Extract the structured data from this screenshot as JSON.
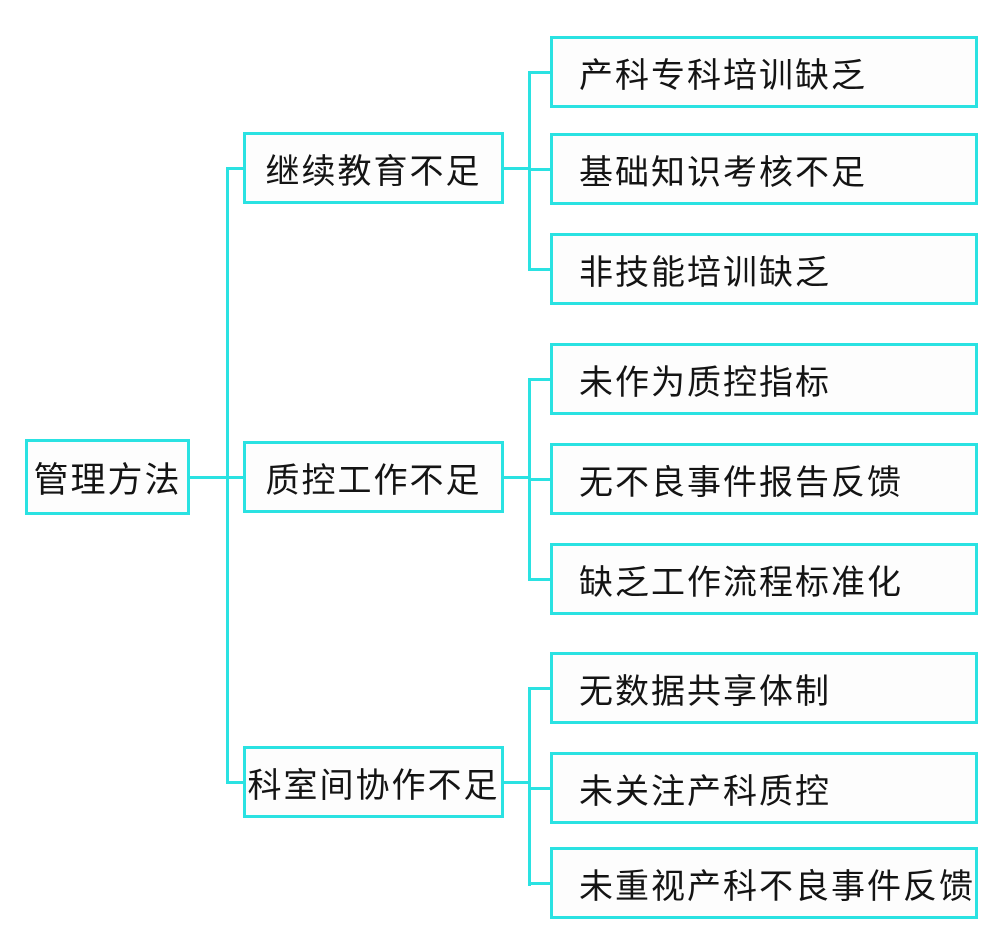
{
  "diagram": {
    "type": "tree",
    "colors": {
      "line": "#2ae2e2",
      "box_border": "#2ae2e2",
      "box_fill": "#fdfdfd",
      "text": "#141414",
      "background": "#ffffff"
    },
    "root": {
      "label": "管理方法"
    },
    "branches": [
      {
        "label": "继续教育不足",
        "children": [
          {
            "label": "产科专科培训缺乏"
          },
          {
            "label": "基础知识考核不足"
          },
          {
            "label": "非技能培训缺乏"
          }
        ]
      },
      {
        "label": "质控工作不足",
        "children": [
          {
            "label": "未作为质控指标"
          },
          {
            "label": "无不良事件报告反馈"
          },
          {
            "label": "缺乏工作流程标准化"
          }
        ]
      },
      {
        "label": "科室间协作不足",
        "children": [
          {
            "label": "无数据共享体制"
          },
          {
            "label": "未关注产科质控"
          },
          {
            "label": "未重视产科不良事件反馈"
          }
        ]
      }
    ]
  }
}
